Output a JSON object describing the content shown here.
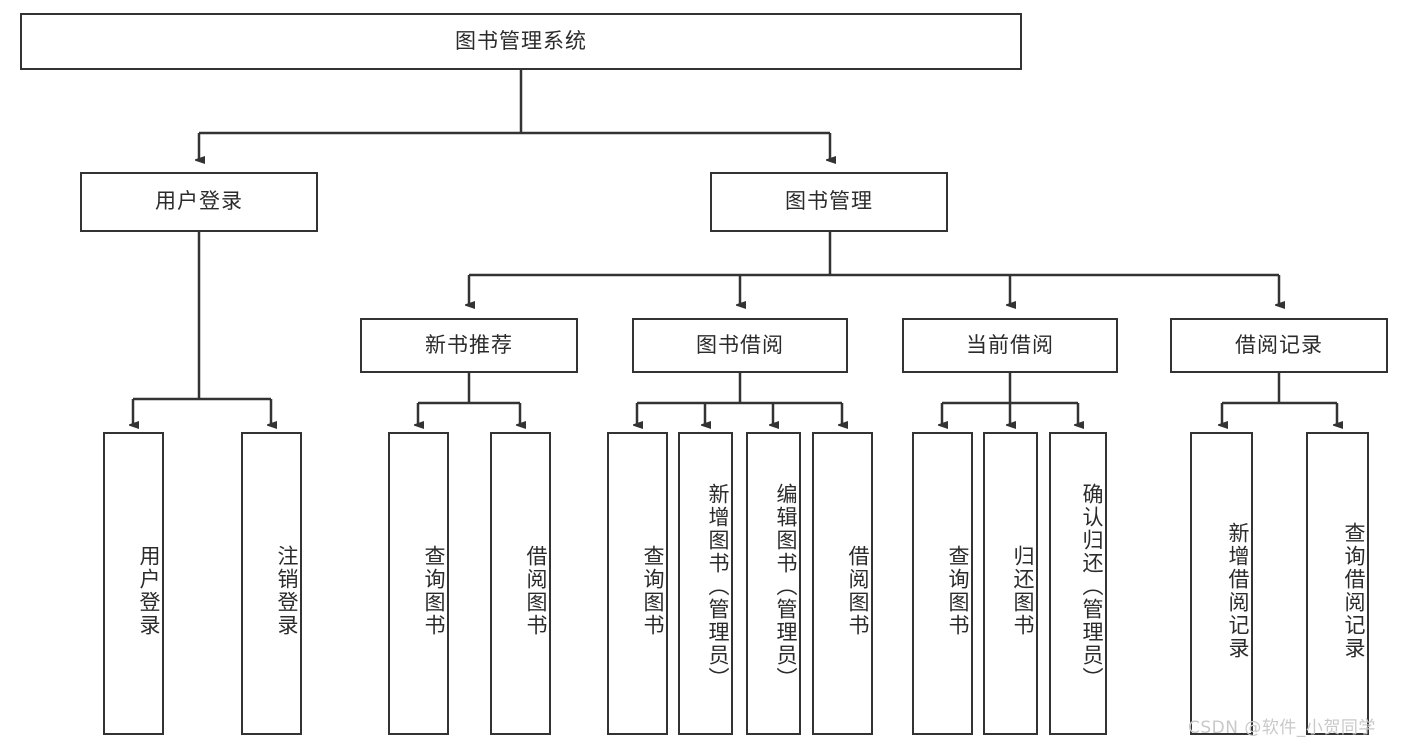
{
  "diagram": {
    "title": "图书管理系统",
    "watermark": "CSDN @软件_小贺同学",
    "colors": {
      "stroke": "#333333",
      "fill": "#ffffff",
      "text": "#2b2b2b",
      "watermark": "#c9c9c9"
    },
    "root": {
      "label": "图书管理系统"
    },
    "level1": [
      {
        "label": "用户登录"
      },
      {
        "label": "图书管理"
      }
    ],
    "level2": [
      {
        "label": "新书推荐"
      },
      {
        "label": "图书借阅"
      },
      {
        "label": "当前借阅"
      },
      {
        "label": "借阅记录"
      }
    ],
    "leaves": {
      "user_login": [
        {
          "label": "用户登录"
        },
        {
          "label": "注销登录"
        }
      ],
      "new_book_recommend": [
        {
          "label": "查询图书"
        },
        {
          "label": "借阅图书"
        }
      ],
      "book_borrow": [
        {
          "label": "查询图书"
        },
        {
          "label": "新增图书（管理员）"
        },
        {
          "label": "编辑图书（管理员）"
        },
        {
          "label": "借阅图书"
        }
      ],
      "current_borrow": [
        {
          "label": "查询图书"
        },
        {
          "label": "归还图书"
        },
        {
          "label": "确认归还（管理员）"
        }
      ],
      "borrow_record": [
        {
          "label": "新增借阅记录"
        },
        {
          "label": "查询借阅记录"
        }
      ]
    }
  }
}
